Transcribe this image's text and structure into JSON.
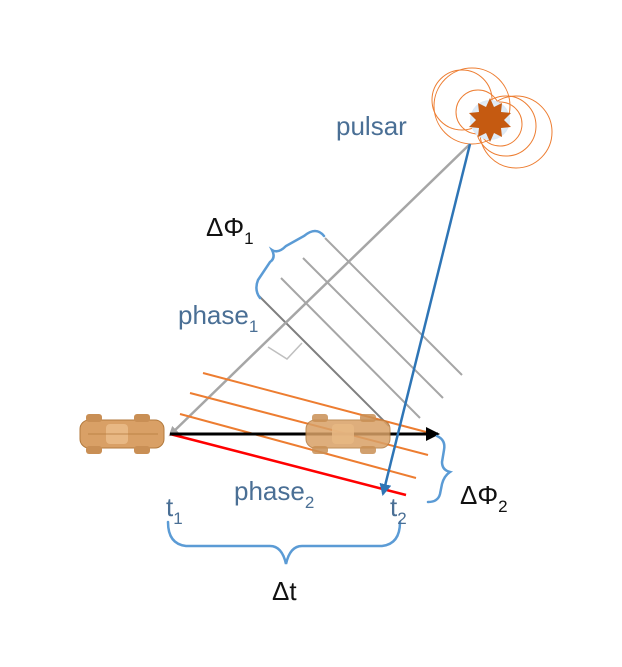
{
  "labels": {
    "pulsar": "pulsar",
    "delta_phi1_main": "ΔΦ",
    "delta_phi1_sub": "1",
    "phase1_main": "phase",
    "phase1_sub": "1",
    "phase2_main": "phase",
    "phase2_sub": "2",
    "delta_phi2_main": "ΔΦ",
    "delta_phi2_sub": "2",
    "t1_main": "t",
    "t1_sub": "1",
    "t2_main": "t",
    "t2_sub": "2",
    "delta_t": "Δt"
  },
  "colors": {
    "label_blue": "#4a6f95",
    "brace_blue": "#5b9bd5",
    "arrow_blue": "#2e75b6",
    "gray_line": "#a6a6a6",
    "dark_gray_line": "#7f7f7f",
    "orange_line": "#ed7d31",
    "red_line": "#ff0000",
    "black": "#000000",
    "pulsar_body": "#c55a11",
    "car_body": "#d9a066"
  },
  "icons": {
    "pulsar": "pulsar-star-icon",
    "car_start": "car-icon",
    "car_end": "car-icon"
  }
}
